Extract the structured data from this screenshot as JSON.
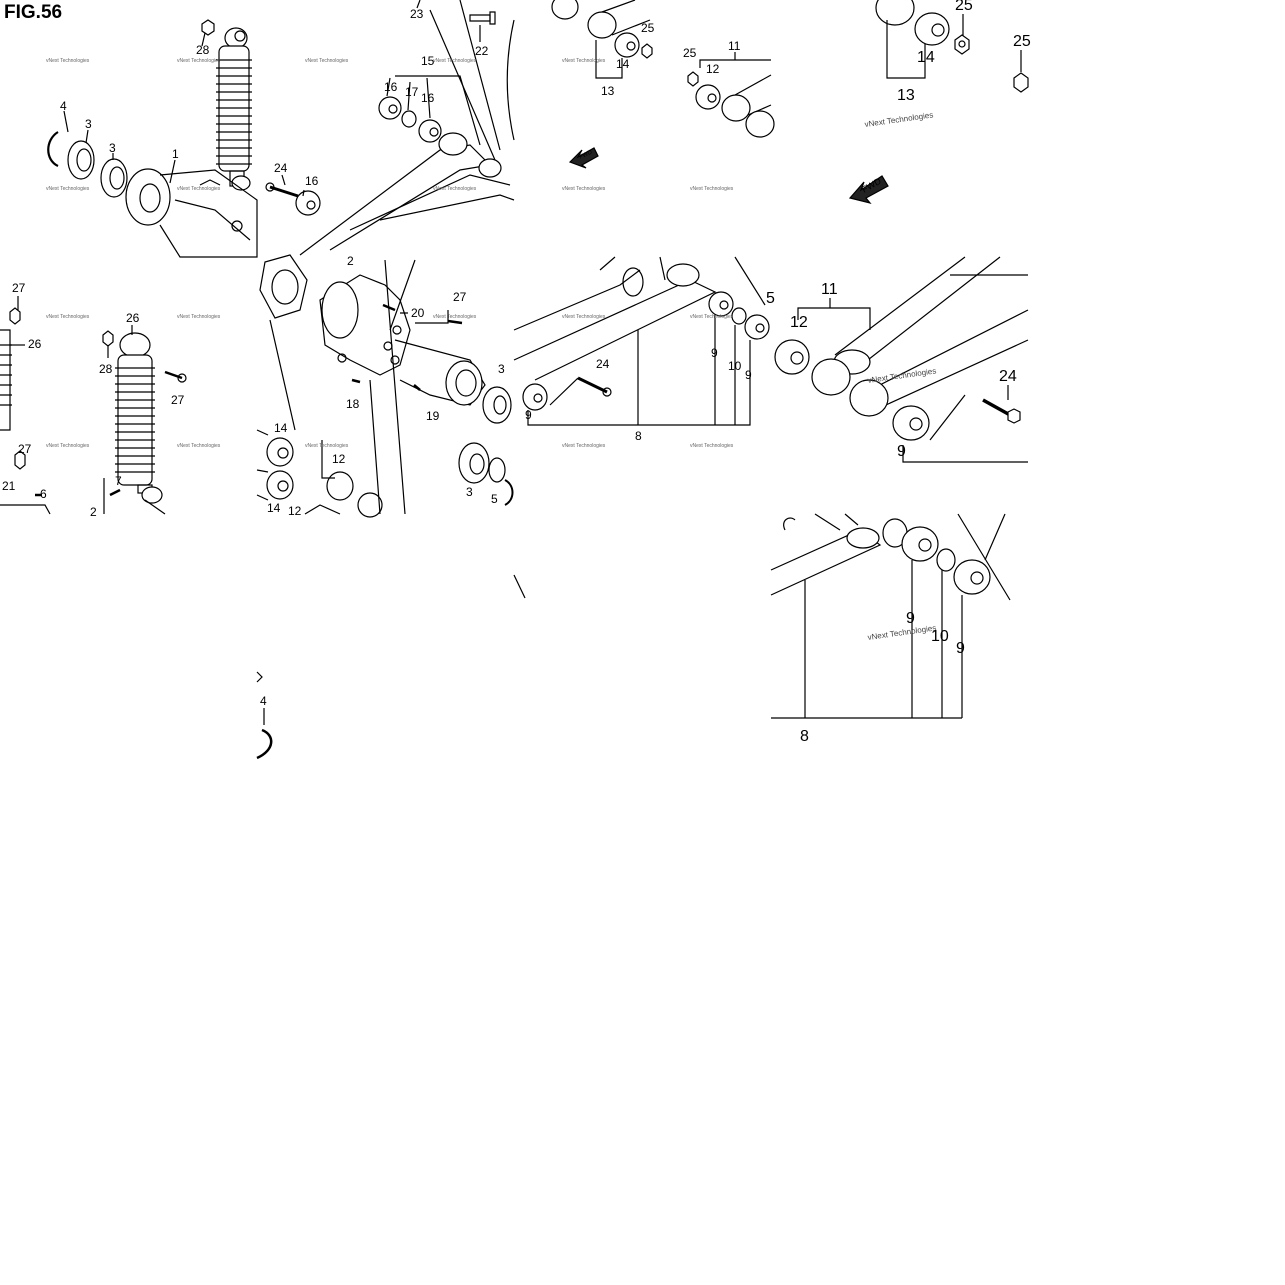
{
  "figure": {
    "title": "FIG.56"
  },
  "watermark": "vNext Technologies",
  "fwd_label": "FWD",
  "tiles": {
    "t1": {
      "callouts": {
        "c28": "28",
        "c4": "4",
        "c3a": "3",
        "c3b": "3",
        "c1": "1"
      }
    },
    "t2": {
      "callouts": {
        "c23": "23",
        "c22": "22",
        "c15": "15",
        "c16a": "16",
        "c17": "17",
        "c16b": "16",
        "c24": "24",
        "c16c": "16"
      }
    },
    "t3": {
      "callouts": {
        "c25a": "25",
        "c14": "14",
        "c13": "13",
        "c11": "11",
        "c25b": "25",
        "c12": "12"
      }
    },
    "t4": {
      "callouts": {
        "c25a": "25",
        "c14": "14",
        "c13": "13",
        "c25b": "25"
      }
    },
    "t5": {
      "callouts": {
        "c27a": "27",
        "c26a": "26",
        "c26b": "26",
        "c28": "28",
        "c27b": "27",
        "c27c": "27",
        "c21": "21",
        "c6": "6",
        "c7": "7",
        "c2": "2"
      }
    },
    "t6": {
      "callouts": {
        "c2": "2",
        "c20": "20",
        "c27": "27",
        "c3a": "3",
        "c18": "18",
        "c19": "19",
        "c14a": "14",
        "c12a": "12",
        "c14b": "14",
        "c12b": "12",
        "c3b": "3",
        "c5": "5"
      }
    },
    "t7": {
      "callouts": {
        "c24": "24",
        "c15": "5",
        "c9a": "9",
        "c10": "10",
        "c9b": "9",
        "c9c": "9",
        "c8": "8"
      }
    },
    "t8": {
      "callouts": {
        "c11": "11",
        "c12": "12",
        "c24": "24",
        "c9": "9"
      }
    },
    "t9": {
      "callouts": {
        "c4": "4"
      }
    },
    "t10": {
      "callouts": {
        "c9a": "9",
        "c10": "10",
        "c9b": "9",
        "c8": "8"
      }
    }
  }
}
